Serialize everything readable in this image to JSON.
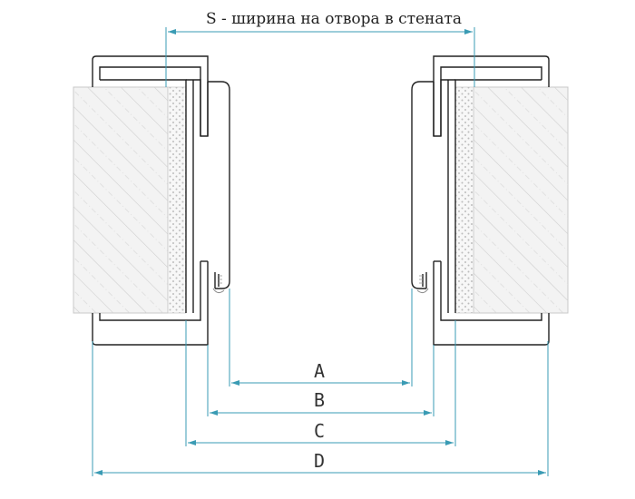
{
  "title": "S - ширина на отвора в стената",
  "labels": {
    "a": "A",
    "b": "B",
    "c": "C",
    "d": "D"
  },
  "colors": {
    "dimension": "#3a9bb4",
    "outline": "#222222",
    "hatch": "#c9c9c9",
    "wall_fill": "#f2f2f2",
    "foam_dots": "#bdbdbd"
  }
}
